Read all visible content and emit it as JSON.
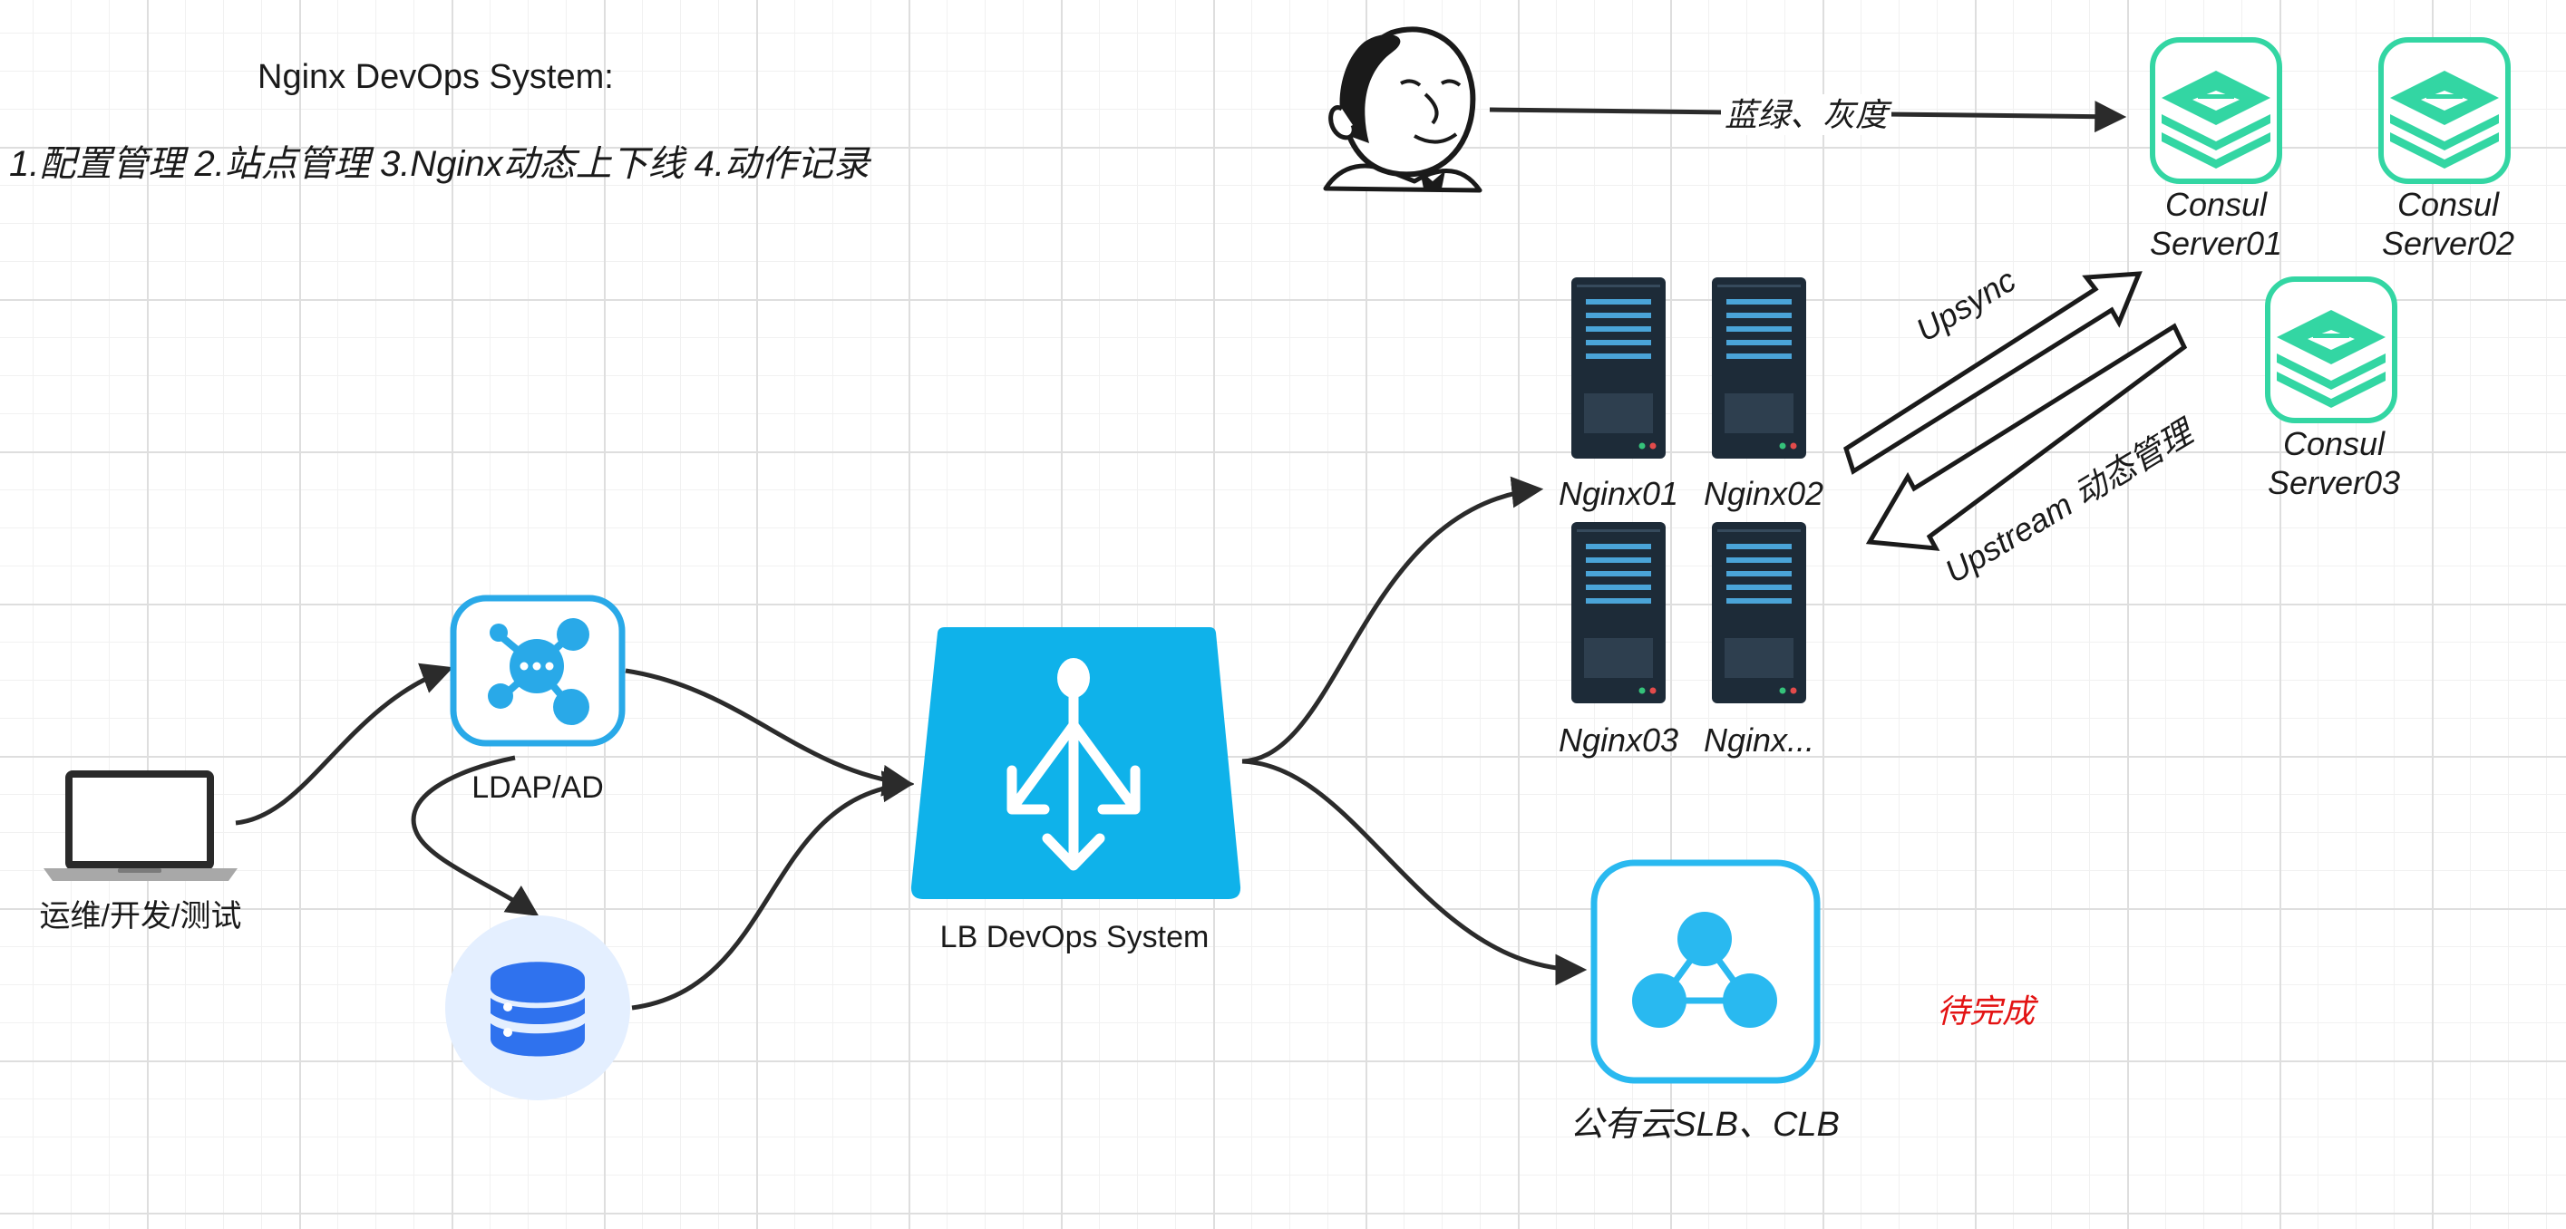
{
  "title": "Nginx DevOps System:",
  "features": "1.配置管理   2.站点管理 3.Nginx动态上下线 4.动作记录",
  "nodes": {
    "user": "运维/开发/测试",
    "ldap": "LDAP/AD",
    "lb": "LB DevOps System",
    "nginx": [
      "Nginx01",
      "Nginx02",
      "Nginx03",
      "Nginx..."
    ],
    "consul": [
      {
        "line1": "Consul",
        "line2": "Server01"
      },
      {
        "line1": "Consul",
        "line2": "Server02"
      },
      {
        "line1": "Consul",
        "line2": "Server03"
      }
    ],
    "cloud": "公有云SLB、CLB",
    "pending": "待完成"
  },
  "edges": {
    "jenkins_to_consul": "蓝绿、灰度",
    "upsync": "Upsync",
    "upstream": "Upstream 动态管理"
  },
  "icons": {
    "user": "laptop-icon",
    "ldap": "network-hub-icon",
    "db": "database-icon",
    "lb": "load-balancer-icon",
    "nginx": "server-icon",
    "consul": "consul-stack-icon",
    "cloud": "cloud-slb-icon",
    "jenkins": "jenkins-butler-icon"
  },
  "colors": {
    "accent_blue": "#0fb2ea",
    "ldap_blue": "#29a9e8",
    "db_blue": "#2f72ee",
    "db_bg": "#e4efff",
    "consul_green": "#33d6a3",
    "server_dark": "#1d2b38",
    "server_stripe": "#4aa4d8",
    "pending_red": "#e31313",
    "arrow": "#2b2b2b"
  }
}
